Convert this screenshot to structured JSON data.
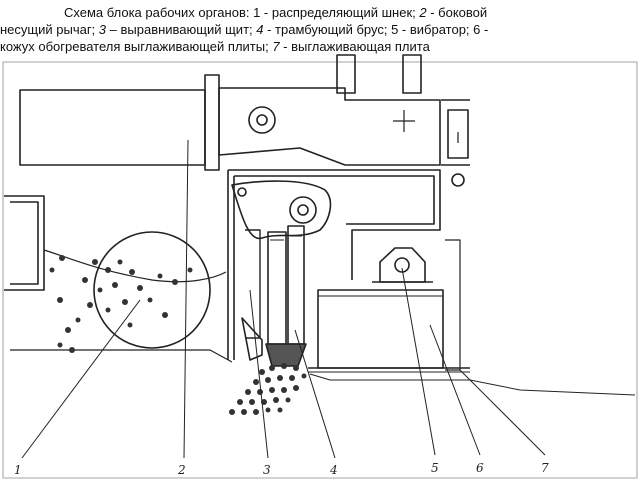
{
  "caption": {
    "l1": "Схема блока рабочих органов: 1 - распределяющий шнек; ",
    "n2": "2",
    "l1b": " - боковой",
    "l2a": "несущий рычаг; ",
    "n3": "3",
    "l2b": " – выравнивающий щит; ",
    "n4": "4",
    "l2c": " - трамбующий брус; 5 - вибратор; 6 -",
    "l3a": "кожух обогревателя выглаживающей плиты; ",
    "n7": "7",
    "l3b": " - выглаживающая плита"
  },
  "callouts": [
    "1",
    "2",
    "3",
    "4",
    "5",
    "6",
    "7"
  ]
}
